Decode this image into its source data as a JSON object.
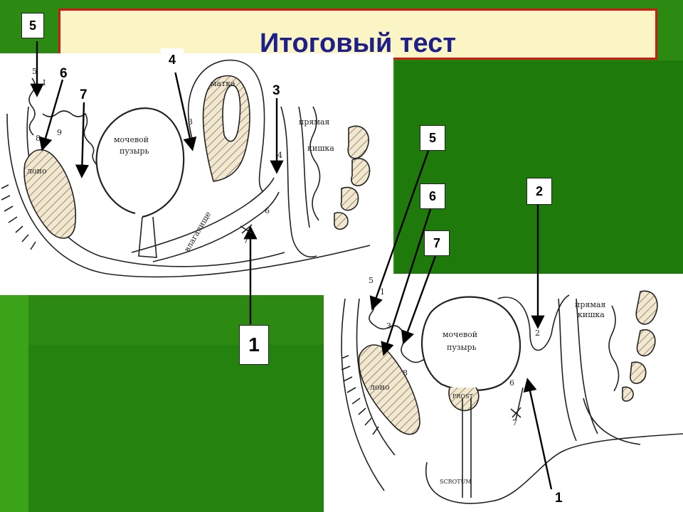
{
  "title": "Итоговый тест",
  "colors": {
    "background": "#2c8a12",
    "title_fill": "#fbf5c6",
    "title_border": "#cc1b12",
    "title_text": "#1f1f8a",
    "organ_hatch": "#f2e7cf"
  },
  "female_diagram": {
    "callouts": [
      "5",
      "6",
      "7",
      "4",
      "3",
      "1"
    ],
    "labels": {
      "uterus": "матка",
      "bladder_1": "мочевой",
      "bladder_2": "пузырь",
      "rectum_1": "прямая",
      "rectum_2": "кишка",
      "pubis": "лоно",
      "vagina": "влагалище"
    },
    "small_numbers": [
      "5",
      "I",
      "8",
      "9",
      "3",
      "4",
      "6",
      "7"
    ]
  },
  "male_diagram": {
    "callouts": [
      "5",
      "6",
      "7",
      "2",
      "1"
    ],
    "labels": {
      "bladder_1": "мочевой",
      "bladder_2": "пузырь",
      "rectum_1": "прямая",
      "rectum_2": "кишка",
      "pubis": "лоно",
      "prostate": "PROST",
      "scrotum": "SCROTUM"
    },
    "small_numbers": [
      "5",
      "1",
      "3",
      "8",
      "6",
      "2",
      "7"
    ]
  }
}
